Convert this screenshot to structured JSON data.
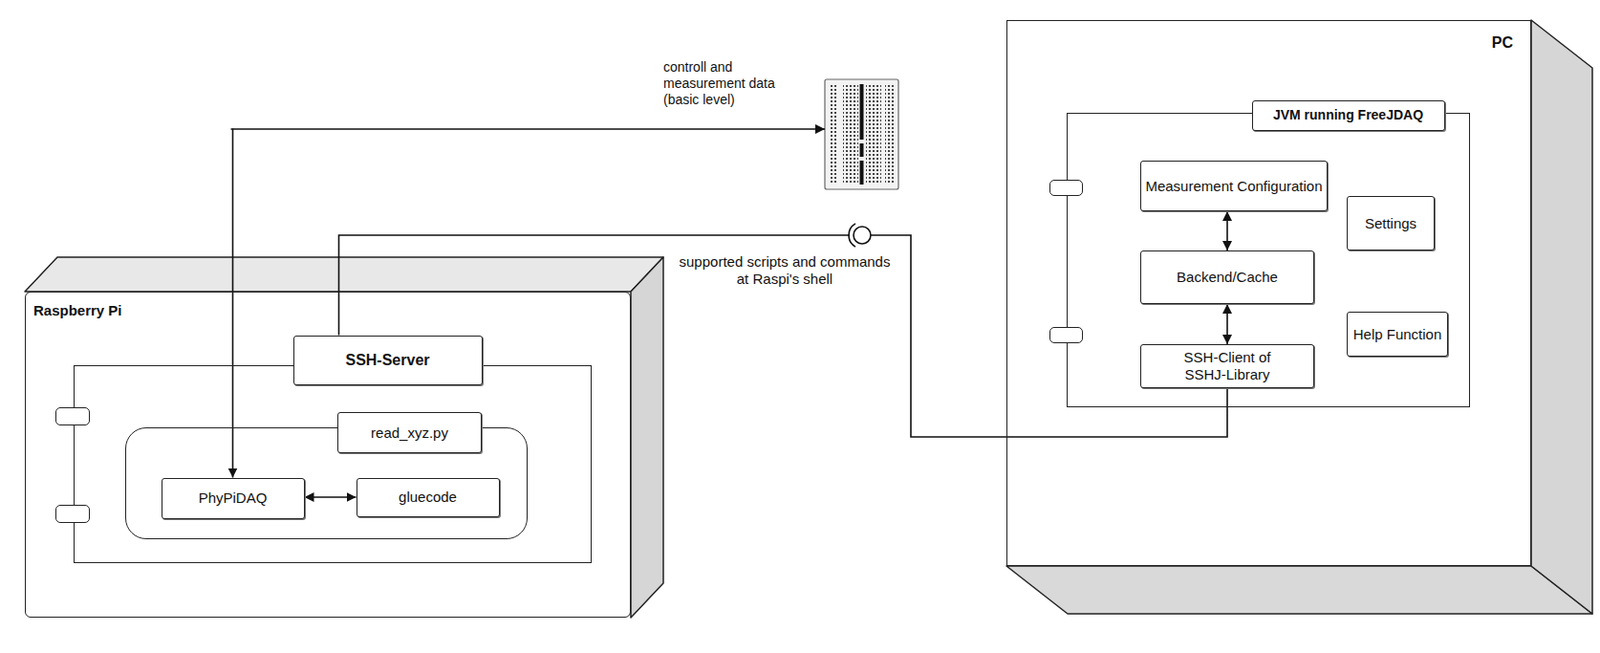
{
  "diagram": {
    "nodes": [
      {
        "text": [
          "Raspberry Pi"
        ]
      },
      {
        "text": [
          "SSH-Server"
        ],
        "in": 0
      },
      {
        "text": [
          "read_xyz.py"
        ],
        "in": 1
      },
      {
        "text": [
          "PhyPiDAQ"
        ],
        "in": 2
      },
      {
        "text": [
          "gluecode"
        ],
        "in": 2
      },
      {
        "text": [
          "PC"
        ]
      },
      {
        "text": [
          "JVM running FreeJDAQ"
        ],
        "in": 5
      },
      {
        "text": [
          "Measurement Configuration"
        ],
        "in": 6
      },
      {
        "text": [
          "Backend/Cache"
        ],
        "in": 6
      },
      {
        "text": [
          "SSH-Client of SSHJ-Library"
        ],
        "in": 6
      },
      {
        "text": [
          "Settings"
        ],
        "in": 6
      },
      {
        "text": [
          "Help Function"
        ],
        "in": 6
      }
    ],
    "edges": [
      {
        "from": 3,
        "to": 4,
        "arrow": "both"
      },
      {
        "from": 1,
        "to": 9,
        "arrow": "none",
        "label": "supported scripts and commands at Raspi's shell"
      },
      {
        "from": 7,
        "to": 8,
        "arrow": "both"
      },
      {
        "from": 8,
        "to": 9,
        "arrow": "both"
      }
    ],
    "labels": [
      "controll and measurement data (basic level)"
    ]
  }
}
